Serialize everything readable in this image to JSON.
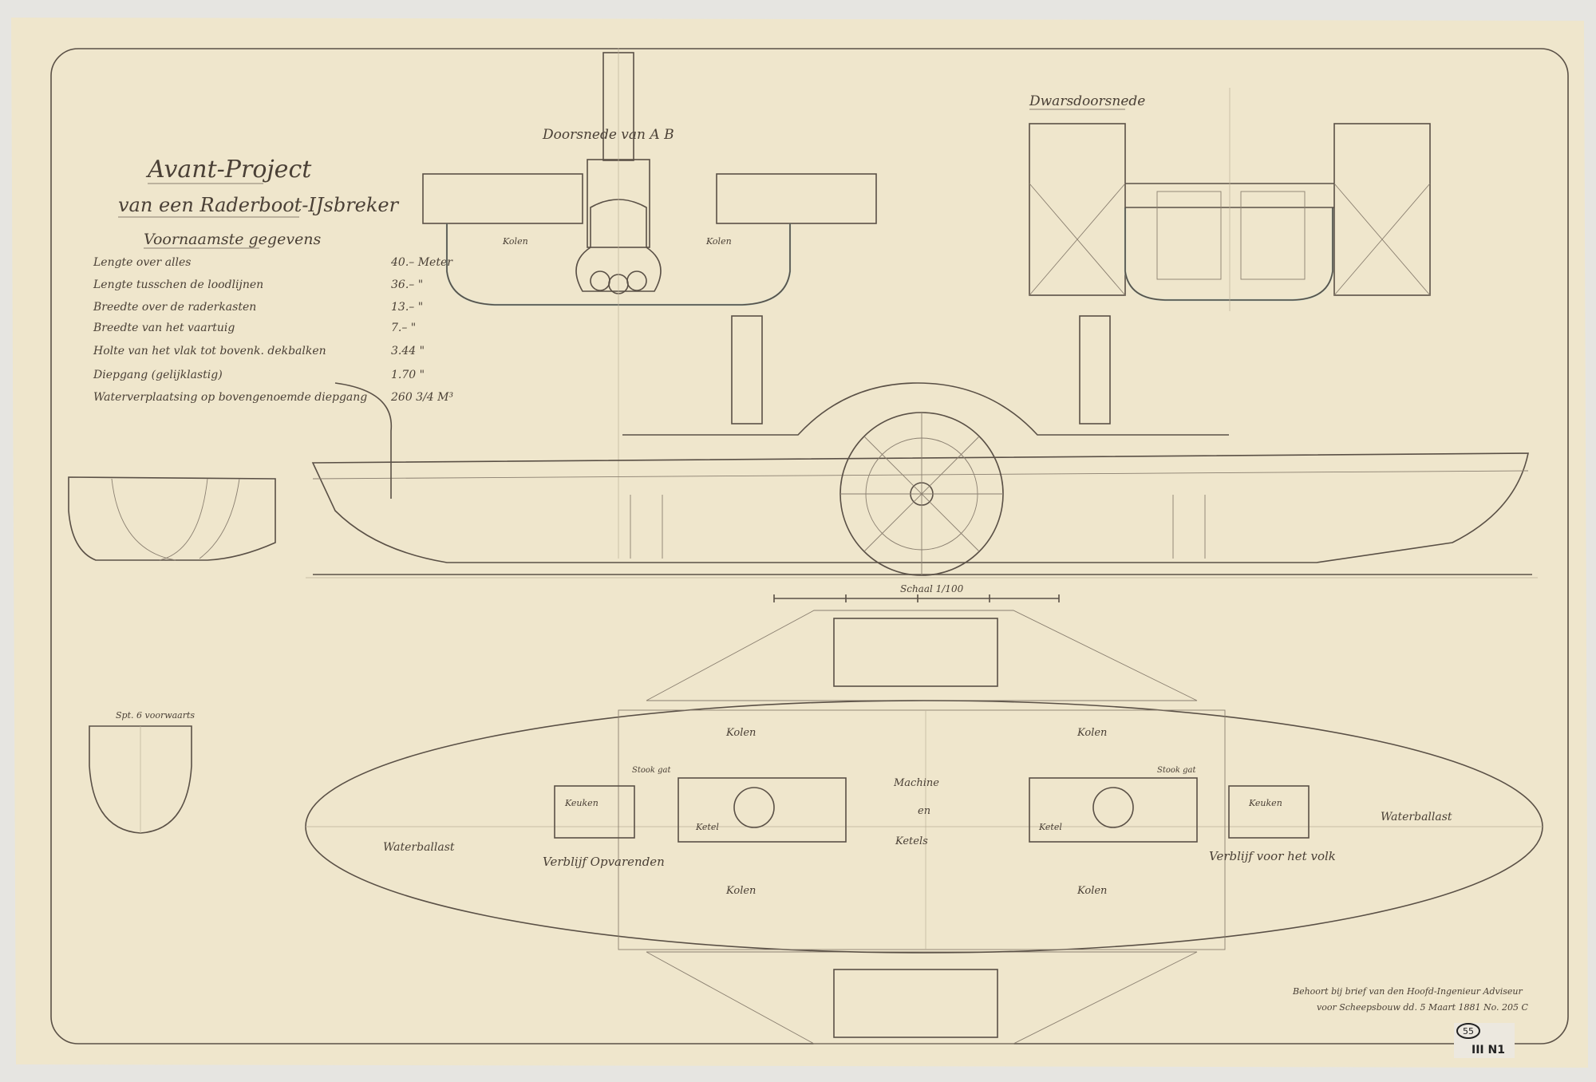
{
  "title": {
    "line1": "Avant-Project",
    "line2": "van een Raderboot-IJsbreker",
    "subtitle": "Voornaamste gegevens"
  },
  "specs": [
    {
      "label": "Lengte over alles",
      "value": "40.– Meter"
    },
    {
      "label": "Lengte tusschen de loodlijnen",
      "value": "36.– \""
    },
    {
      "label": "Breedte over de raderkasten",
      "value": "13.– \""
    },
    {
      "label": "Breedte van het vaartuig",
      "value": "7.– \""
    },
    {
      "label": "Holte van het vlak tot bovenk. dekbalken",
      "value": "3.44 \""
    },
    {
      "label": "Diepgang (gelijklastig)",
      "value": "1.70 \""
    },
    {
      "label": "Waterverplaatsing op bovengenoemde diepgang",
      "value": "260 3/4 M³"
    }
  ],
  "views": {
    "section_ab": "Doorsnede van A B",
    "cross_section": "Dwarsdoorsnede",
    "small_section": "Spt. 6 voorwaarts",
    "scale": "Schaal 1/100"
  },
  "plan_labels": {
    "kolen": "Kolen",
    "machine": "Machine",
    "en": "en",
    "ketels": "Ketels",
    "ketel": "Ketel",
    "keuken": "Keuken",
    "waterballast": "Waterballast",
    "verblijf_opvarenden": "Verblijf Opvarenden",
    "verblijf_volk": "Verblijf voor het volk",
    "stookgat": "Stook gat",
    "kolen_section": "Kolen"
  },
  "note": {
    "line1": "Behoort bij brief van den Hoofd-Ingenieur Adviseur",
    "line2": "voor Scheepsbouw dd. 5 Maart 1881 No. 205 C"
  },
  "stamp": {
    "number": "55",
    "code": "III N1"
  },
  "colors": {
    "paper": "#efe6cc",
    "ink": "#5a5046",
    "wash_blue": "#8fb8b8"
  }
}
